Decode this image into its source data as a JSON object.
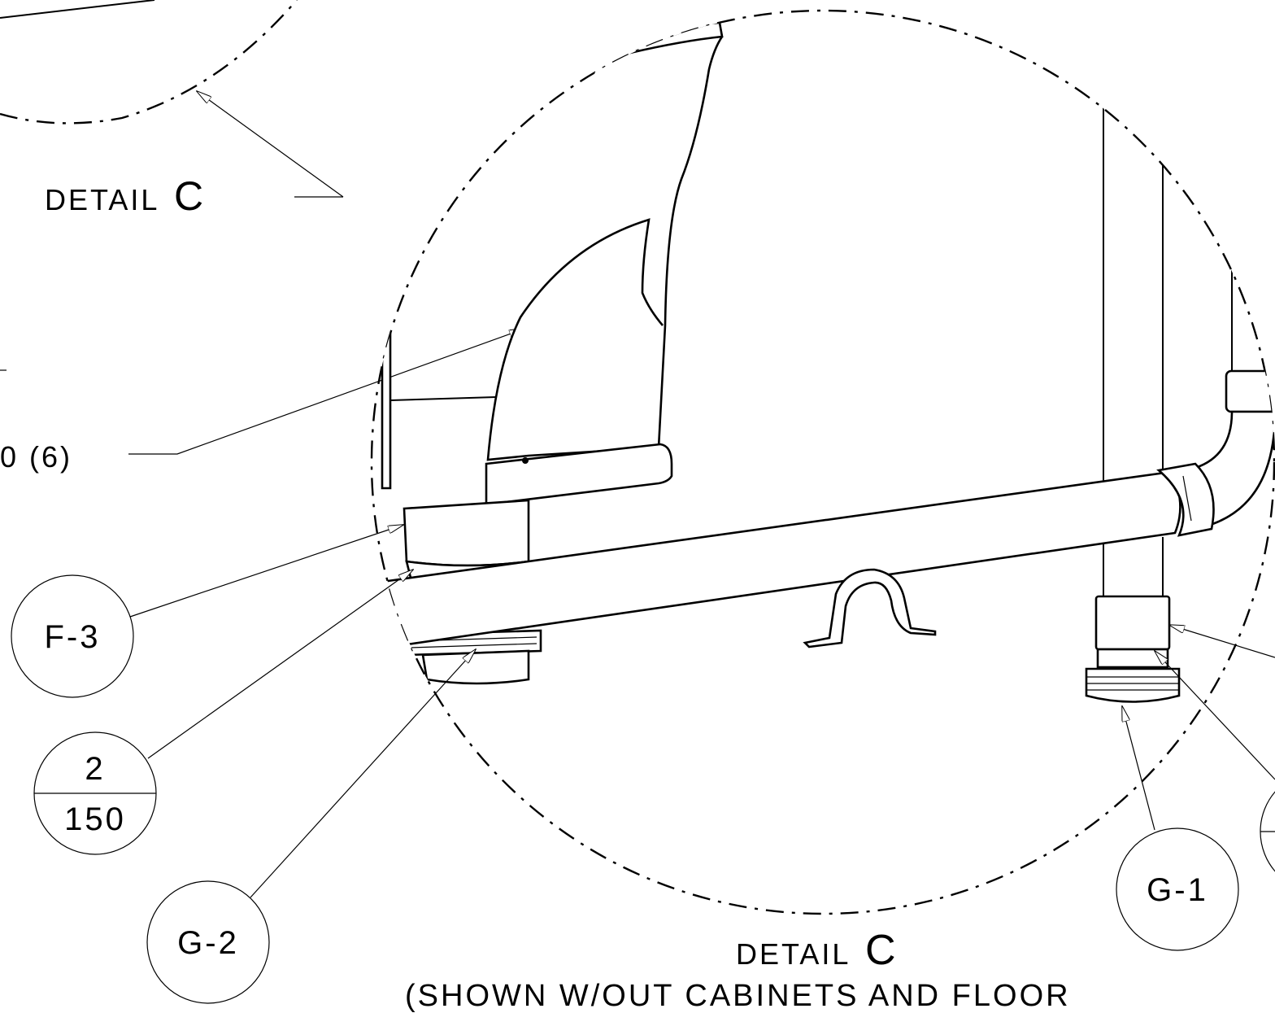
{
  "detail_callout": {
    "prefix": "DETAIL",
    "letter": "C"
  },
  "detail_title": {
    "prefix": "DETAIL",
    "letter": "C",
    "note": "(SHOWN W/OUT CABINETS AND FLOOR"
  },
  "partial_label": "0 (6)",
  "balloons": {
    "f3": "F-3",
    "g2": "G-2",
    "g1": "G-1",
    "section_top": "2",
    "section_bottom": "150"
  },
  "colors": {
    "line": "#000000",
    "background": "#ffffff"
  }
}
